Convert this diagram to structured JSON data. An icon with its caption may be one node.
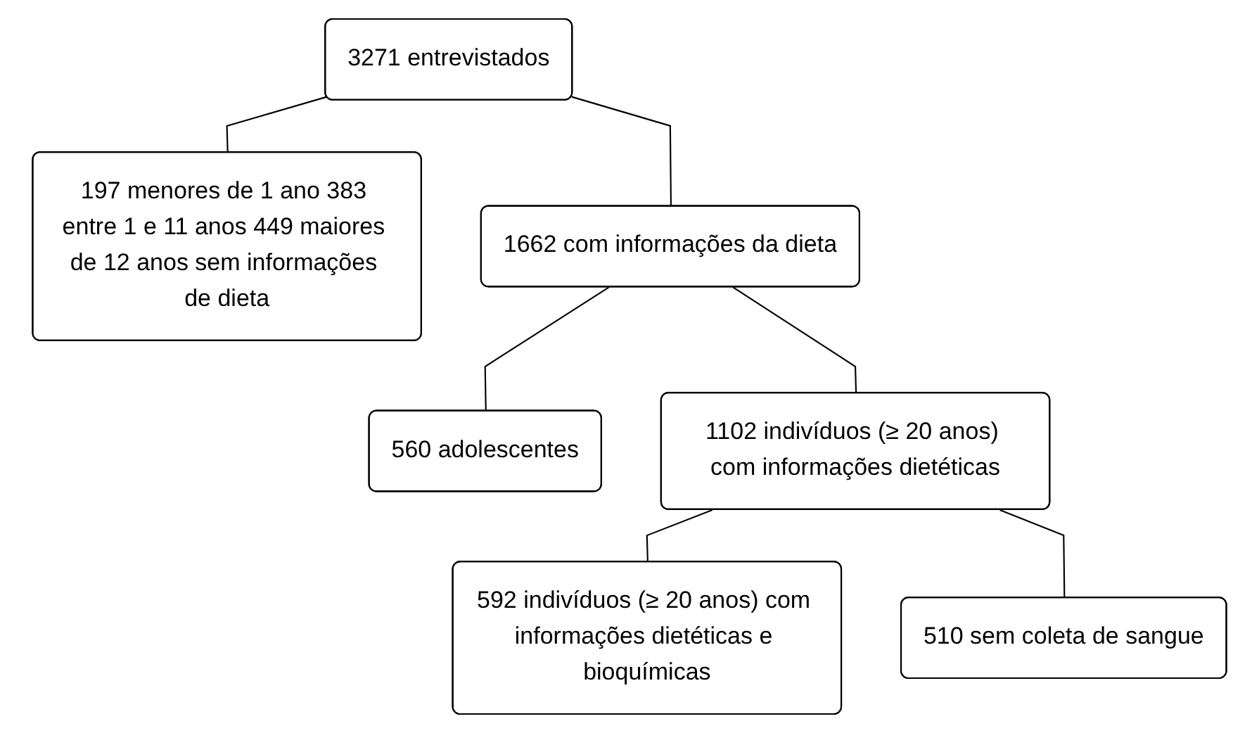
{
  "diagram": {
    "nodes": [
      {
        "text": [
          "3271 entrevistados"
        ]
      },
      {
        "text": [
          "197 menores de 1 ano 383 entre 1 e 11 anos 449 maiores de 12 anos sem informações de dieta"
        ]
      },
      {
        "text": [
          "1662 com informações da dieta"
        ]
      },
      {
        "text": [
          "560 adolescentes"
        ]
      },
      {
        "text": [
          "1102 indivíduos (≥ 20 anos) com informações dietéticas"
        ]
      },
      {
        "text": [
          "510 sem coleta de sangue"
        ]
      },
      {
        "text": [
          "592 indivíduos (≥ 20 anos) com informações dietéticas e bioquímicas"
        ]
      }
    ],
    "edges": [
      {
        "from": 0,
        "to": 2,
        "arrow": "none"
      },
      {
        "from": 0,
        "to": 1,
        "arrow": "none"
      },
      {
        "from": 2,
        "to": 4,
        "arrow": "none"
      },
      {
        "from": 2,
        "to": 3,
        "arrow": "none"
      },
      {
        "from": 4,
        "to": 6,
        "arrow": "none"
      },
      {
        "from": 4,
        "to": 5,
        "arrow": "none"
      }
    ]
  }
}
